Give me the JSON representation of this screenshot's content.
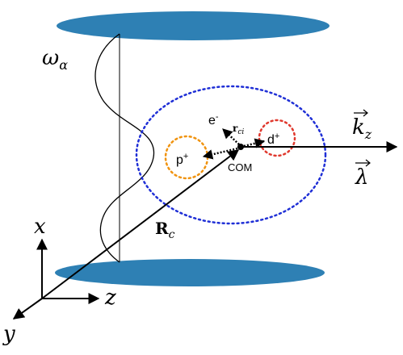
{
  "colors": {
    "plate": "#2e80b4",
    "cavity_ring": "#1f2fd6",
    "proton_ring": "#f0930f",
    "deuteron_ring": "#e0392e",
    "ink": "#000000"
  },
  "labels": {
    "omega": "ω",
    "omega_sub": "α",
    "electron": "e",
    "electron_sup": "-",
    "r_ci": "r",
    "r_ci_sub": "ci",
    "deuteron": "d",
    "deuteron_sup": "+",
    "proton": "p",
    "proton_sup": "+",
    "com": "COM",
    "k": "k",
    "k_sub": "z",
    "lambda": "λ",
    "R": "R",
    "R_sub": "c",
    "x_axis": "x",
    "y_axis": "y",
    "z_axis": "z"
  }
}
